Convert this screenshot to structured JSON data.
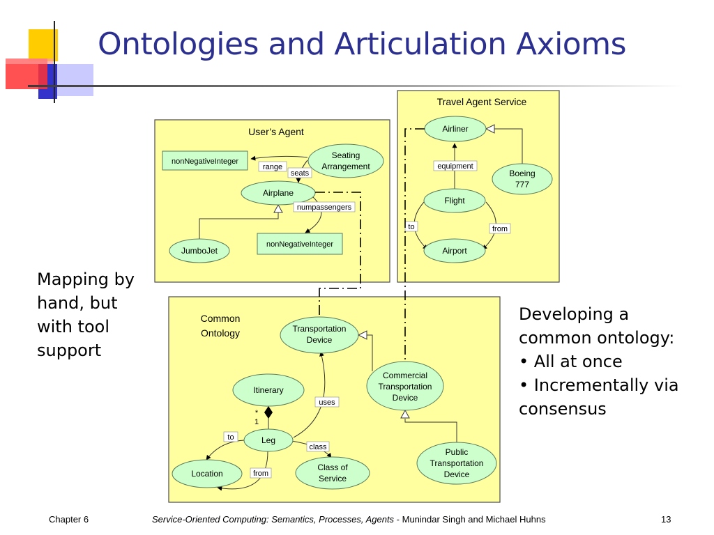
{
  "slide": {
    "title": "Ontologies and Articulation Axioms",
    "left_note": "Mapping by hand, but with tool support",
    "right_note": {
      "line1": "Developing a",
      "line2": "common ontology:",
      "bullet1": "• All at once",
      "bullet2a": "• Incrementally via",
      "bullet2b": "consensus"
    },
    "footer": {
      "chapter": "Chapter 6",
      "book": "Service-Oriented Computing: Semantics, Processes, Agents",
      "authors": " - Munindar Singh and Michael Huhns",
      "page": "13"
    }
  },
  "diagram": {
    "users_agent": {
      "title": "User’s Agent",
      "non_negative_integer_top": "nonNegativeInteger",
      "non_negative_integer_bottom": "nonNegativeInteger",
      "seating_line1": "Seating",
      "seating_line2": "Arrangement",
      "airplane": "Airplane",
      "jumbojet": "JumboJet",
      "edge_range": "range",
      "edge_seats": "seats",
      "edge_numpassengers": "numpassengers"
    },
    "travel_agent": {
      "title": "Travel Agent Service",
      "airliner": "Airliner",
      "boeing_line1": "Boeing",
      "boeing_line2": "777",
      "flight": "Flight",
      "airport": "Airport",
      "edge_equipment": "equipment",
      "edge_to": "to",
      "edge_from": "from"
    },
    "common": {
      "title_line1": "Common",
      "title_line2": "Ontology",
      "transport_line1": "Transportation",
      "transport_line2": "Device",
      "commercial_line1": "Commercial",
      "commercial_line2": "Transportation",
      "commercial_line3": "Device",
      "public_line1": "Public",
      "public_line2": "Transportation",
      "public_line3": "Device",
      "itinerary": "Itinerary",
      "leg": "Leg",
      "location": "Location",
      "class_line1": "Class of",
      "class_line2": "Service",
      "edge_uses": "uses",
      "edge_to": "to",
      "edge_from": "from",
      "edge_class": "class",
      "mult_star": "*",
      "mult_one": "1"
    }
  }
}
